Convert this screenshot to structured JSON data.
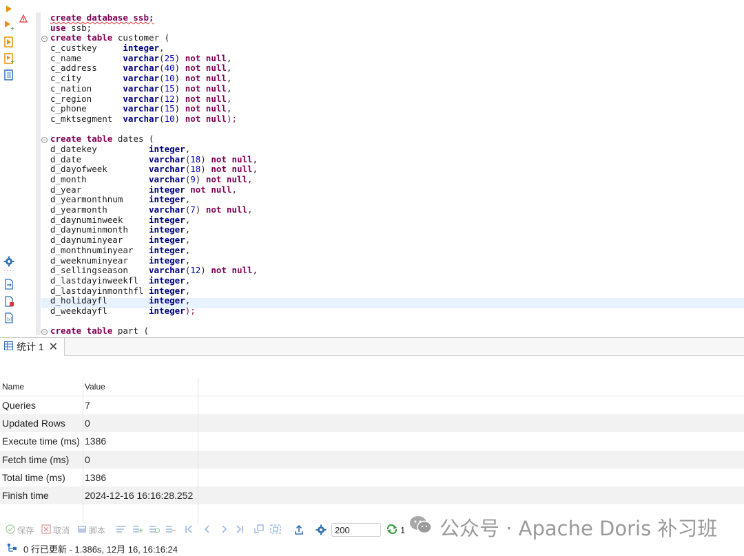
{
  "editor": {
    "lines": [
      [
        {
          "t": "create database ssb;",
          "c": "kw squig"
        }
      ],
      [
        {
          "t": "use",
          "c": "kw"
        },
        {
          "t": " ssb;",
          "c": ""
        }
      ],
      [
        {
          "t": "create table",
          "c": "kw"
        },
        {
          "t": " customer (",
          "c": ""
        }
      ],
      [
        {
          "t": "c_custkey     ",
          "c": ""
        },
        {
          "t": "integer",
          "c": "ty"
        },
        {
          "t": ",",
          "c": ""
        }
      ],
      [
        {
          "t": "c_name        ",
          "c": ""
        },
        {
          "t": "varchar",
          "c": "ty"
        },
        {
          "t": "(",
          "c": ""
        },
        {
          "t": "25",
          "c": "nm"
        },
        {
          "t": ") ",
          "c": ""
        },
        {
          "t": "not null",
          "c": "kw"
        },
        {
          "t": ",",
          "c": ""
        }
      ],
      [
        {
          "t": "c_address     ",
          "c": ""
        },
        {
          "t": "varchar",
          "c": "ty"
        },
        {
          "t": "(",
          "c": ""
        },
        {
          "t": "40",
          "c": "nm"
        },
        {
          "t": ") ",
          "c": ""
        },
        {
          "t": "not null",
          "c": "kw"
        },
        {
          "t": ",",
          "c": ""
        }
      ],
      [
        {
          "t": "c_city        ",
          "c": ""
        },
        {
          "t": "varchar",
          "c": "ty"
        },
        {
          "t": "(",
          "c": ""
        },
        {
          "t": "10",
          "c": "nm"
        },
        {
          "t": ") ",
          "c": ""
        },
        {
          "t": "not null",
          "c": "kw"
        },
        {
          "t": ",",
          "c": ""
        }
      ],
      [
        {
          "t": "c_nation      ",
          "c": ""
        },
        {
          "t": "varchar",
          "c": "ty"
        },
        {
          "t": "(",
          "c": ""
        },
        {
          "t": "15",
          "c": "nm"
        },
        {
          "t": ") ",
          "c": ""
        },
        {
          "t": "not null",
          "c": "kw"
        },
        {
          "t": ",",
          "c": ""
        }
      ],
      [
        {
          "t": "c_region      ",
          "c": ""
        },
        {
          "t": "varchar",
          "c": "ty"
        },
        {
          "t": "(",
          "c": ""
        },
        {
          "t": "12",
          "c": "nm"
        },
        {
          "t": ") ",
          "c": ""
        },
        {
          "t": "not null",
          "c": "kw"
        },
        {
          "t": ",",
          "c": ""
        }
      ],
      [
        {
          "t": "c_phone       ",
          "c": ""
        },
        {
          "t": "varchar",
          "c": "ty"
        },
        {
          "t": "(",
          "c": ""
        },
        {
          "t": "15",
          "c": "nm"
        },
        {
          "t": ") ",
          "c": ""
        },
        {
          "t": "not null",
          "c": "kw"
        },
        {
          "t": ",",
          "c": ""
        }
      ],
      [
        {
          "t": "c_mktsegment  ",
          "c": ""
        },
        {
          "t": "varchar",
          "c": "ty"
        },
        {
          "t": "(",
          "c": ""
        },
        {
          "t": "10",
          "c": "nm"
        },
        {
          "t": ") ",
          "c": ""
        },
        {
          "t": "not null",
          "c": "kw"
        },
        {
          "t": ");",
          "c": "pu"
        }
      ],
      [
        {
          "t": "",
          "c": ""
        }
      ],
      [
        {
          "t": "create table",
          "c": "kw"
        },
        {
          "t": " dates (",
          "c": ""
        }
      ],
      [
        {
          "t": "d_datekey          ",
          "c": ""
        },
        {
          "t": "integer",
          "c": "ty"
        },
        {
          "t": ",",
          "c": ""
        }
      ],
      [
        {
          "t": "d_date             ",
          "c": ""
        },
        {
          "t": "varchar",
          "c": "ty"
        },
        {
          "t": "(",
          "c": ""
        },
        {
          "t": "18",
          "c": "nm"
        },
        {
          "t": ") ",
          "c": ""
        },
        {
          "t": "not null",
          "c": "kw"
        },
        {
          "t": ",",
          "c": ""
        }
      ],
      [
        {
          "t": "d_dayofweek        ",
          "c": ""
        },
        {
          "t": "varchar",
          "c": "ty"
        },
        {
          "t": "(",
          "c": ""
        },
        {
          "t": "18",
          "c": "nm"
        },
        {
          "t": ") ",
          "c": ""
        },
        {
          "t": "not null",
          "c": "kw"
        },
        {
          "t": ",",
          "c": ""
        }
      ],
      [
        {
          "t": "d_month            ",
          "c": ""
        },
        {
          "t": "varchar",
          "c": "ty"
        },
        {
          "t": "(",
          "c": ""
        },
        {
          "t": "9",
          "c": "nm"
        },
        {
          "t": ") ",
          "c": ""
        },
        {
          "t": "not null",
          "c": "kw"
        },
        {
          "t": ",",
          "c": ""
        }
      ],
      [
        {
          "t": "d_year             ",
          "c": ""
        },
        {
          "t": "integer",
          "c": "ty"
        },
        {
          "t": " ",
          "c": ""
        },
        {
          "t": "not null",
          "c": "kw"
        },
        {
          "t": ",",
          "c": ""
        }
      ],
      [
        {
          "t": "d_yearmonthnum     ",
          "c": ""
        },
        {
          "t": "integer",
          "c": "ty"
        },
        {
          "t": ",",
          "c": ""
        }
      ],
      [
        {
          "t": "d_yearmonth        ",
          "c": ""
        },
        {
          "t": "varchar",
          "c": "ty"
        },
        {
          "t": "(",
          "c": ""
        },
        {
          "t": "7",
          "c": "nm"
        },
        {
          "t": ") ",
          "c": ""
        },
        {
          "t": "not null",
          "c": "kw"
        },
        {
          "t": ",",
          "c": ""
        }
      ],
      [
        {
          "t": "d_daynuminweek     ",
          "c": ""
        },
        {
          "t": "integer",
          "c": "ty"
        },
        {
          "t": ",",
          "c": ""
        }
      ],
      [
        {
          "t": "d_daynuminmonth    ",
          "c": ""
        },
        {
          "t": "integer",
          "c": "ty"
        },
        {
          "t": ",",
          "c": ""
        }
      ],
      [
        {
          "t": "d_daynuminyear     ",
          "c": ""
        },
        {
          "t": "integer",
          "c": "ty"
        },
        {
          "t": ",",
          "c": ""
        }
      ],
      [
        {
          "t": "d_monthnuminyear   ",
          "c": ""
        },
        {
          "t": "integer",
          "c": "ty"
        },
        {
          "t": ",",
          "c": ""
        }
      ],
      [
        {
          "t": "d_weeknuminyear    ",
          "c": ""
        },
        {
          "t": "integer",
          "c": "ty"
        },
        {
          "t": ",",
          "c": ""
        }
      ],
      [
        {
          "t": "d_sellingseason    ",
          "c": ""
        },
        {
          "t": "varchar",
          "c": "ty"
        },
        {
          "t": "(",
          "c": ""
        },
        {
          "t": "12",
          "c": "nm"
        },
        {
          "t": ") ",
          "c": ""
        },
        {
          "t": "not null",
          "c": "kw"
        },
        {
          "t": ",",
          "c": ""
        }
      ],
      [
        {
          "t": "d_lastdayinweekfl  ",
          "c": ""
        },
        {
          "t": "integer",
          "c": "ty"
        },
        {
          "t": ",",
          "c": ""
        }
      ],
      [
        {
          "t": "d_lastdayinmonthfl ",
          "c": ""
        },
        {
          "t": "integer",
          "c": "ty"
        },
        {
          "t": ",",
          "c": ""
        }
      ],
      [
        {
          "t": "d_holidayfl        ",
          "c": ""
        },
        {
          "t": "integer",
          "c": "ty"
        },
        {
          "t": ",",
          "c": ""
        }
      ],
      [
        {
          "t": "d_weekdayfl        ",
          "c": ""
        },
        {
          "t": "integer",
          "c": "ty"
        },
        {
          "t": ");",
          "c": "pu"
        }
      ],
      [
        {
          "t": "",
          "c": ""
        }
      ],
      [
        {
          "t": "create table",
          "c": "kw"
        },
        {
          "t": " part (",
          "c": ""
        }
      ]
    ]
  },
  "results": {
    "tab_label": "统计 1",
    "columns": [
      "Name",
      "Value"
    ],
    "rows": [
      {
        "name": "Queries",
        "value": "7"
      },
      {
        "name": "Updated Rows",
        "value": "0"
      },
      {
        "name": "Execute time (ms)",
        "value": "1386"
      },
      {
        "name": "Fetch time (ms)",
        "value": "0"
      },
      {
        "name": "Total time (ms)",
        "value": "1386"
      },
      {
        "name": "Finish time",
        "value": "2024-12-16 16:16:28.252"
      }
    ]
  },
  "toolbar": {
    "save_label": "保存",
    "cancel_label": "取消",
    "script_label": "脚本",
    "fetch_size": "200",
    "refresh_count": "1"
  },
  "status": {
    "text": "0 行已更新 - 1.386s, 12月 16, 16:16:24"
  },
  "watermark": {
    "text": "公众号 · Apache Doris 补习班"
  },
  "colors": {
    "keyword": "#7f0055",
    "type": "#000080",
    "number": "#0000c0",
    "accent_orange": "#e8900c",
    "accent_blue": "#2f6fb7",
    "highlight_line": "#e8f2fe"
  }
}
